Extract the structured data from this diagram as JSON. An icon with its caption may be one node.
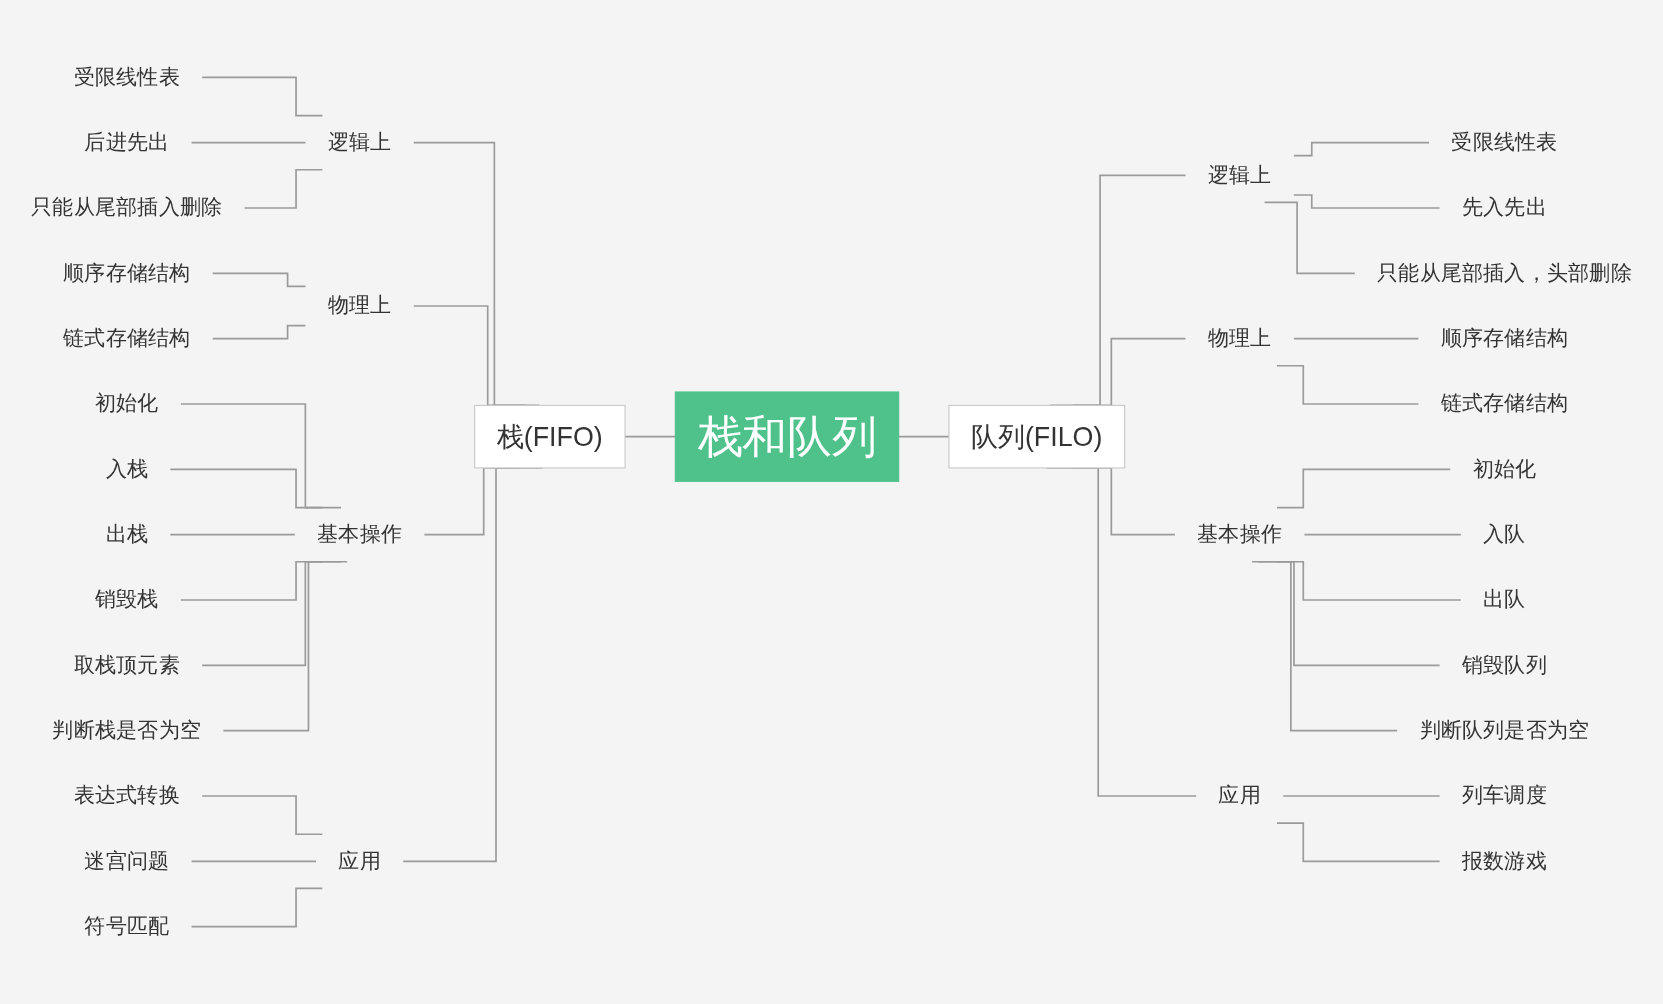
{
  "diagram": {
    "nodes": [
      {
        "text": [
          "栈和队列"
        ]
      },
      {
        "text": [
          "栈(FIFO)"
        ]
      },
      {
        "text": [
          "逻辑上"
        ]
      },
      {
        "text": [
          "受限线性表"
        ]
      },
      {
        "text": [
          "后进先出"
        ]
      },
      {
        "text": [
          "只能从尾部插入删除"
        ]
      },
      {
        "text": [
          "物理上"
        ]
      },
      {
        "text": [
          "顺序存储结构"
        ]
      },
      {
        "text": [
          "链式存储结构"
        ]
      },
      {
        "text": [
          "基本操作"
        ]
      },
      {
        "text": [
          "初始化"
        ]
      },
      {
        "text": [
          "入栈"
        ]
      },
      {
        "text": [
          "出栈"
        ]
      },
      {
        "text": [
          "销毁栈"
        ]
      },
      {
        "text": [
          "取栈顶元素"
        ]
      },
      {
        "text": [
          "判断栈是否为空"
        ]
      },
      {
        "text": [
          "应用"
        ]
      },
      {
        "text": [
          "表达式转换"
        ]
      },
      {
        "text": [
          "迷宫问题"
        ]
      },
      {
        "text": [
          "符号匹配"
        ]
      },
      {
        "text": [
          "队列(FILO)"
        ]
      },
      {
        "text": [
          "逻辑上"
        ]
      },
      {
        "text": [
          "受限线性表"
        ]
      },
      {
        "text": [
          "先入先出"
        ]
      },
      {
        "text": [
          "只能从尾部插入，头部删除"
        ]
      },
      {
        "text": [
          "物理上"
        ]
      },
      {
        "text": [
          "顺序存储结构"
        ]
      },
      {
        "text": [
          "链式存储结构"
        ]
      },
      {
        "text": [
          "基本操作"
        ]
      },
      {
        "text": [
          "初始化"
        ]
      },
      {
        "text": [
          "入队"
        ]
      },
      {
        "text": [
          "出队"
        ]
      },
      {
        "text": [
          "销毁队列"
        ]
      },
      {
        "text": [
          "判断队列是否为空"
        ]
      },
      {
        "text": [
          "应用"
        ]
      },
      {
        "text": [
          "列车调度"
        ]
      },
      {
        "text": [
          "报数游戏"
        ]
      }
    ],
    "edges": [
      {
        "from": 1,
        "to": 0,
        "arrow": "none"
      },
      {
        "from": 2,
        "to": 1,
        "arrow": "none"
      },
      {
        "from": 3,
        "to": 2,
        "arrow": "none"
      },
      {
        "from": 4,
        "to": 2,
        "arrow": "none"
      },
      {
        "from": 5,
        "to": 2,
        "arrow": "none"
      },
      {
        "from": 6,
        "to": 1,
        "arrow": "none"
      },
      {
        "from": 7,
        "to": 6,
        "arrow": "none"
      },
      {
        "from": 8,
        "to": 6,
        "arrow": "none"
      },
      {
        "from": 9,
        "to": 1,
        "arrow": "none"
      },
      {
        "from": 10,
        "to": 9,
        "arrow": "none"
      },
      {
        "from": 11,
        "to": 9,
        "arrow": "none"
      },
      {
        "from": 12,
        "to": 9,
        "arrow": "none"
      },
      {
        "from": 13,
        "to": 9,
        "arrow": "none"
      },
      {
        "from": 14,
        "to": 9,
        "arrow": "none"
      },
      {
        "from": 15,
        "to": 9,
        "arrow": "none"
      },
      {
        "from": 16,
        "to": 1,
        "arrow": "none"
      },
      {
        "from": 17,
        "to": 16,
        "arrow": "none"
      },
      {
        "from": 18,
        "to": 16,
        "arrow": "none"
      },
      {
        "from": 19,
        "to": 16,
        "arrow": "none"
      },
      {
        "from": 0,
        "to": 20,
        "arrow": "none"
      },
      {
        "from": 20,
        "to": 21,
        "arrow": "none"
      },
      {
        "from": 21,
        "to": 22,
        "arrow": "none"
      },
      {
        "from": 21,
        "to": 23,
        "arrow": "none"
      },
      {
        "from": 21,
        "to": 24,
        "arrow": "none"
      },
      {
        "from": 20,
        "to": 25,
        "arrow": "none"
      },
      {
        "from": 25,
        "to": 26,
        "arrow": "none"
      },
      {
        "from": 25,
        "to": 27,
        "arrow": "none"
      },
      {
        "from": 20,
        "to": 28,
        "arrow": "none"
      },
      {
        "from": 28,
        "to": 29,
        "arrow": "none"
      },
      {
        "from": 28,
        "to": 30,
        "arrow": "none"
      },
      {
        "from": 28,
        "to": 31,
        "arrow": "none"
      },
      {
        "from": 28,
        "to": 32,
        "arrow": "none"
      },
      {
        "from": 28,
        "to": 33,
        "arrow": "none"
      },
      {
        "from": 20,
        "to": 34,
        "arrow": "none"
      },
      {
        "from": 34,
        "to": 35,
        "arrow": "none"
      },
      {
        "from": 34,
        "to": 36,
        "arrow": "none"
      }
    ]
  }
}
